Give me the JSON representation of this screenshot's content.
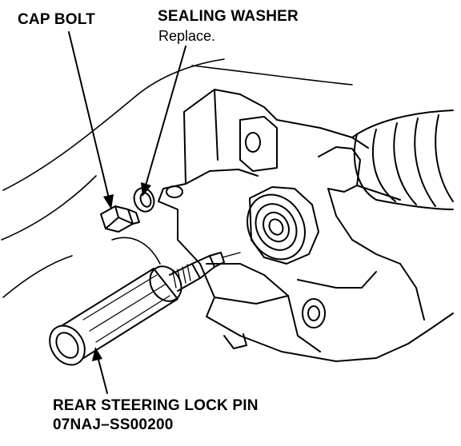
{
  "labels": {
    "cap_bolt": "CAP BOLT",
    "sealing_washer": "SEALING WASHER",
    "washer_note": "Replace.",
    "lock_pin": "REAR STEERING LOCK PIN",
    "lock_pin_number": "07NAJ–SS00200"
  },
  "colors": {
    "ink": "#000000",
    "paper": "#ffffff"
  }
}
